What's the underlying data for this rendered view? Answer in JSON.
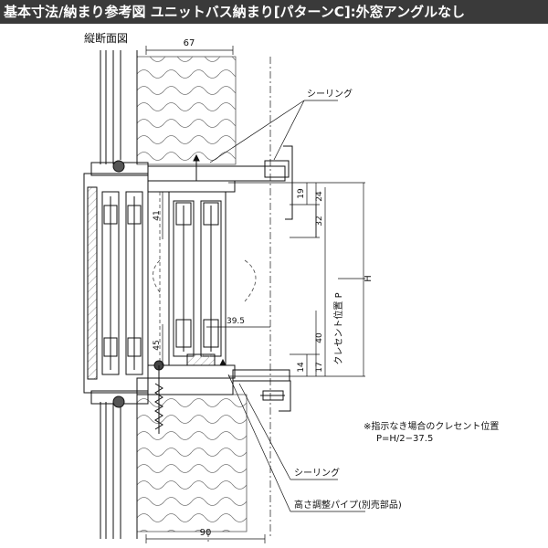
{
  "title": "基本寸法/納まり参考図 ユニットバス納まり[パターンC]:外窓アングルなし",
  "view_label": "縦断面図",
  "dimensions": {
    "top_width": "67",
    "bottom_width": "90",
    "d19": "19",
    "d24": "24",
    "d32": "32",
    "d41": "41",
    "d39_5": "39.5",
    "d45": "45",
    "d40": "40",
    "d17": "17",
    "d14": "14",
    "h": "H",
    "crescent_p": "クレセント位置 P"
  },
  "callouts": {
    "sealing_top": "シーリング",
    "sealing_bottom": "シーリング",
    "height_pipe": "高さ調整パイプ(別売部品)"
  },
  "note": {
    "line1": "※指示なき場合のクレセント位置",
    "line2": "P=H/2−37.5"
  },
  "colors": {
    "header_bg": "#3a3a3a",
    "line": "#111111",
    "hatch": "#888888"
  }
}
